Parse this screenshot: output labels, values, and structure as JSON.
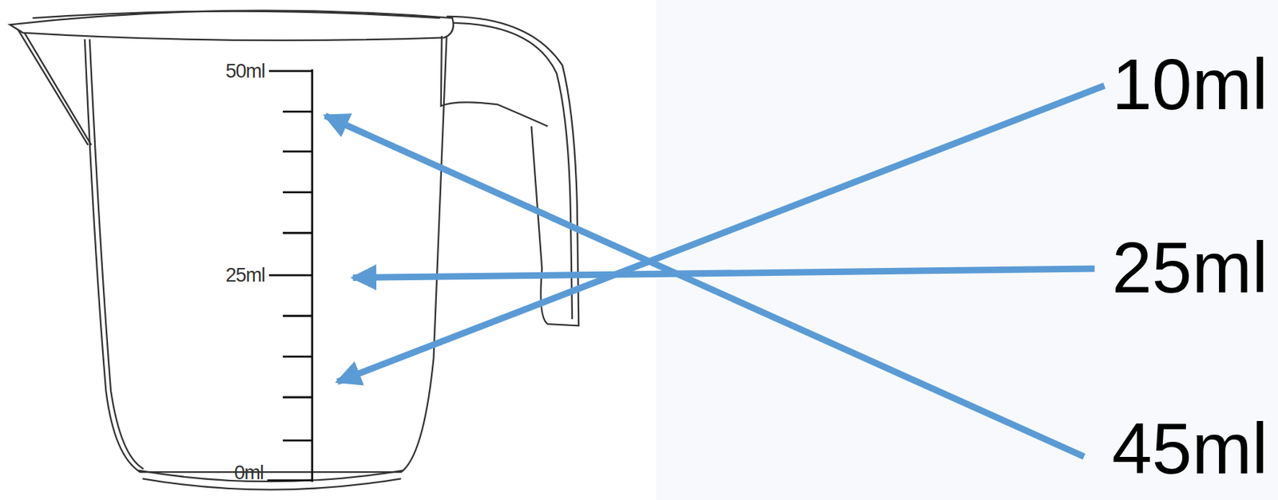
{
  "diagram": {
    "labels": [
      "50ml",
      "25ml",
      "0ml",
      "10ml",
      "25ml",
      "45ml"
    ]
  }
}
